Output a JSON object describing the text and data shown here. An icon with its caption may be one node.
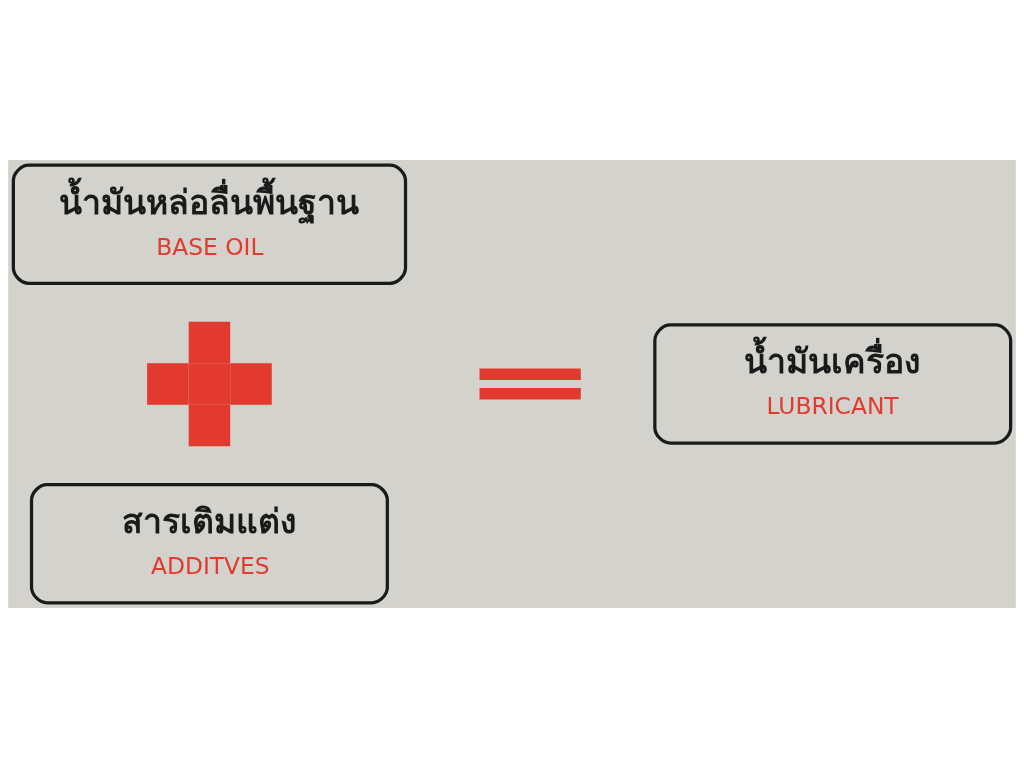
{
  "diagram": {
    "nodes": [
      {
        "text": [
          "น้ำมันหล่อลื่นพื้นฐาน",
          "BASE OIL"
        ]
      },
      {
        "text": [],
        "shape": "plus"
      },
      {
        "text": [
          "สารเติมแต่ง",
          "ADDITVES"
        ]
      },
      {
        "text": [],
        "shape": "equals"
      },
      {
        "text": [
          "น้ำมันเครื่อง",
          "LUBRICANT"
        ]
      }
    ]
  }
}
